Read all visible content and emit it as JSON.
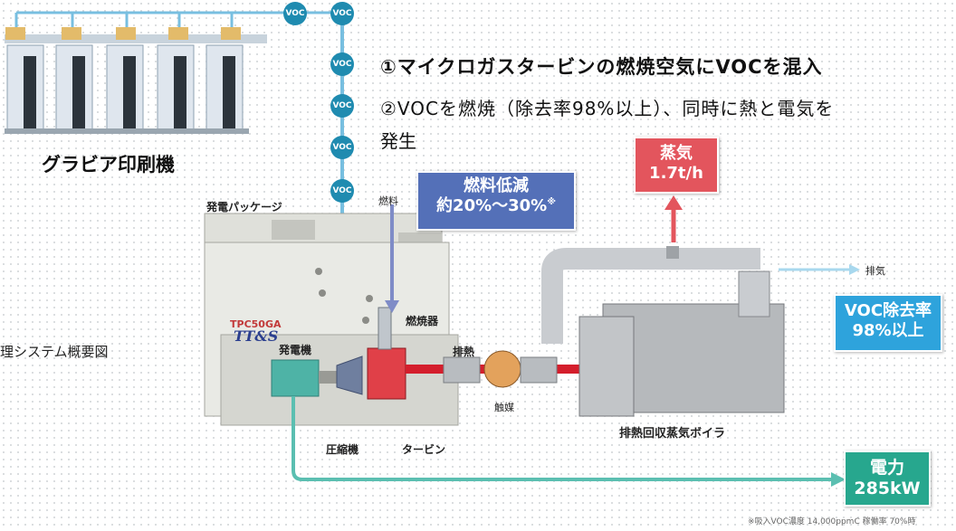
{
  "headings": {
    "step1": "①マイクロガスタービンの燃焼空気にVOCを混入",
    "step2_line1": "②VOCを燃焼（除去率98%以上）、同時に熱と電気を",
    "step2_line2": "発生"
  },
  "printing_press_label": "グラビア印刷機",
  "side_caption": "理システム概要図",
  "voc_chip": "VOC",
  "package": {
    "title": "発電パッケージ",
    "brand_model": "TPC50GA",
    "brand_logo": "TT&S",
    "generator": "発電機",
    "compressor": "圧縮機",
    "turbine": "タービン",
    "combustor": "燃焼器",
    "fuel": "燃料"
  },
  "flow_labels": {
    "exhaust_heat": "排熱",
    "catalyst": "触媒",
    "exhaust": "排気",
    "boiler": "排熱回収蒸気ボイラ"
  },
  "boxes": {
    "fuel_reduction": {
      "line1": "燃料低減",
      "line2": "約20%～30%",
      "note": "※"
    },
    "steam": {
      "line1": "蒸気",
      "line2": "1.7t/h"
    },
    "voc_removal": {
      "line1": "VOC除去率",
      "line2": "98%以上"
    },
    "power": {
      "line1": "電力",
      "line2": "285kW"
    }
  },
  "footnote": "※吸入VOC濃度 14,000ppmC  稼働率 70%時",
  "colors": {
    "voc_line": "#78bfe0",
    "voc_chip": "#1f8bb0",
    "fuel_box": "#5470b8",
    "steam_box": "#e3555d",
    "voc_box": "#2ea3dc",
    "power_box": "#27a78e",
    "heat_arrow": "#d41e2c"
  }
}
